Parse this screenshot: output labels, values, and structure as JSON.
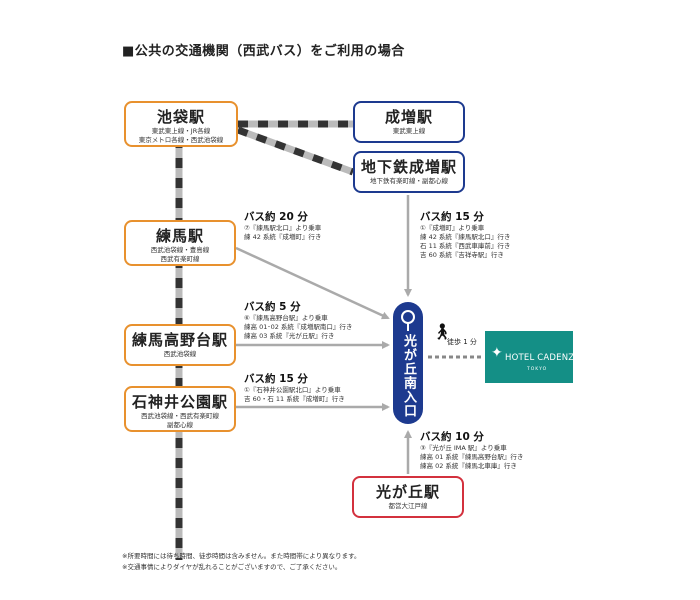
{
  "title": "■公共の交通機関（西武バス）をご利用の場合",
  "stations": {
    "ikebukuro": {
      "name": "池袋駅",
      "lines": [
        "東武東上線・JR各線",
        "東京メトロ各線・西武池袋線"
      ]
    },
    "narimasu": {
      "name": "成増駅",
      "lines": [
        "東武東上線"
      ]
    },
    "chikatetsu_narimasu": {
      "name": "地下鉄成増駅",
      "lines": [
        "地下鉄有楽町線・副都心線"
      ]
    },
    "nerima": {
      "name": "練馬駅",
      "lines": [
        "西武池袋線・豊島線",
        "西武有楽町線"
      ]
    },
    "nerima_takanodai": {
      "name": "練馬高野台駅",
      "lines": [
        "西武池袋線"
      ]
    },
    "shakujii_koen": {
      "name": "石神井公園駅",
      "lines": [
        "西武池袋線・西武有楽町線",
        "副都心線"
      ]
    },
    "hikarigaoka": {
      "name": "光が丘駅",
      "lines": [
        "都営大江戸線"
      ]
    }
  },
  "bus_stop": {
    "name": "光が丘南入口"
  },
  "routes": {
    "nerima": {
      "duration": "バス約 20 分",
      "lines": [
        "⑦『練馬駅北口』より乗車",
        "練 42 系統『成増町』行き"
      ]
    },
    "narimasu": {
      "duration": "バス約 15 分",
      "lines": [
        "①『成増町』より乗車",
        "練 42 系統『練馬駅北口』行き",
        "石 11 系統『西武車庫前』行き",
        "吉 60 系統『吉祥寺駅』行き"
      ]
    },
    "takanodai": {
      "duration": "バス約 5 分",
      "lines": [
        "⑥『練馬高野台駅』より乗車",
        "練高 01･02 系統『成増駅南口』行き",
        "練高 03 系統『光が丘駅』行き"
      ]
    },
    "shakujii": {
      "duration": "バス約 15 分",
      "lines": [
        "①『石神井公園駅北口』より乗車",
        "吉 60・石 11 系統『成増町』行き"
      ]
    },
    "hikarigaoka": {
      "duration": "バス約 10 分",
      "lines": [
        "③『光が丘 IMA 駅』より乗車",
        "練高 01 系統『練馬高野台駅』行き",
        "練高 02 系統『練馬北車庫』行き"
      ]
    }
  },
  "walk": "徒歩 1 分",
  "hotel": {
    "name": "HOTEL CADENZA",
    "sub": "TOKYO"
  },
  "footnotes": [
    "※所要時間には待ち時間、徒歩時間は含みません。また時間帯により異なります。",
    "※交通事情によりダイヤが乱れることがございますので、ご了承ください。"
  ],
  "colors": {
    "orange": "#e8912e",
    "blue": "#1d3a8f",
    "red": "#d3313e",
    "hotel": "#148f86"
  }
}
